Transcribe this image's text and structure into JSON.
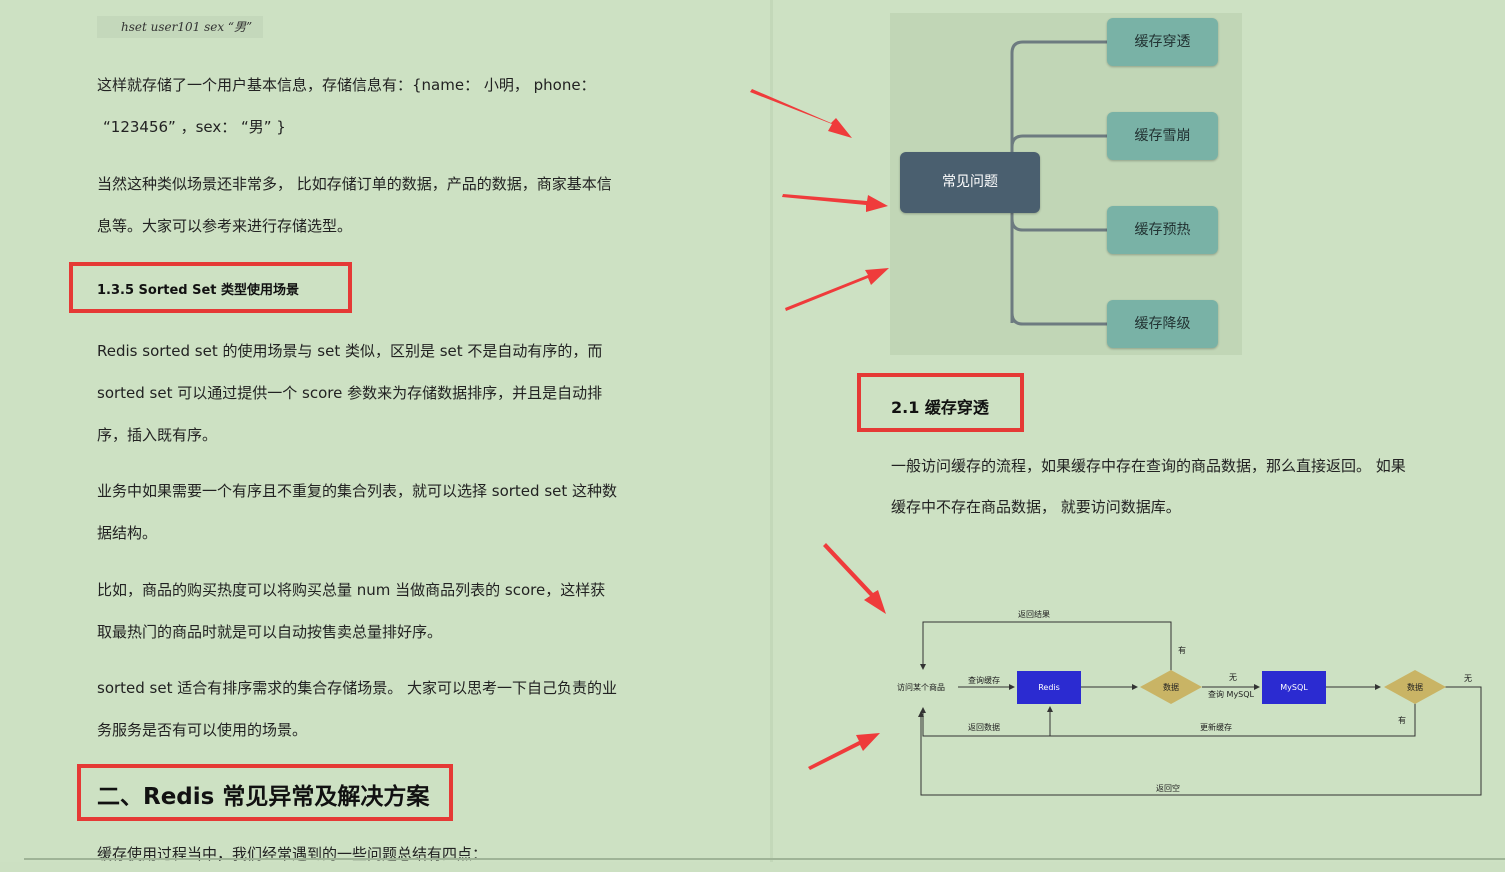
{
  "left": {
    "code": "hset user101   sex “男”",
    "para1": [
      "这样就存储了一个用户基本信息，存储信息有：{name： 小明，   phone：",
      "“123456” ，sex： “男” }"
    ],
    "para2": [
      "当然这种类似场景还非常多，  比如存储订单的数据，产品的数据，商家基本信",
      "息等。大家可以参考来进行存储选型。"
    ],
    "heading_135": "1.3.5 Sorted Set  类型使用场景",
    "para3": [
      "Redis sorted set  的使用场景与   set  类似，区别是   set  不是自动有序的，而",
      "sorted set  可以通过提供一个   score  参数来为存储数据排序，并且是自动排",
      "序，插入既有序。"
    ],
    "para4": [
      "业务中如果需要一个有序且不重复的集合列表，就可以选择  sorted set  这种数",
      "据结构。"
    ],
    "para5": [
      "比如，商品的购买热度可以将购买总量  num  当做商品列表的  score，这样获",
      "取最热门的商品时就是可以自动按售卖总量排好序。"
    ],
    "para6": [
      "sorted set  适合有排序需求的集合存储场景。  大家可以思考一下自己负责的业",
      "务服务是否有可以使用的场景。"
    ],
    "heading_2": "二、Redis  常见异常及解决方案",
    "para7": "缓存使用过程当中，我们经常遇到的一些问题总结有四点："
  },
  "right": {
    "mindmap": {
      "center": "常见问题",
      "leaves": [
        "缓存穿透",
        "缓存雪崩",
        "缓存预热",
        "缓存降级"
      ]
    },
    "heading_21": "2.1  缓存穿透",
    "para": [
      "一般访问缓存的流程，如果缓存中存在查询的商品数据，那么直接返回。  如果",
      "缓存中不存在商品数据，  就要访问数据库。"
    ],
    "flow": {
      "start": "访问某个商品",
      "redis": "Redis",
      "mysql": "MySQL",
      "data1": "数据",
      "data2": "数据",
      "query_cache": "查询缓存",
      "return_result": "返回结果",
      "has1": "有",
      "none1": "无",
      "query_mysql": "查询 MySQL",
      "none2": "无",
      "has2": "有",
      "return_data": "返回数据",
      "update_cache": "更新缓存",
      "return_empty": "返回空",
      "colors": {
        "box": "#2b2bd1",
        "diamond": "#c9b465"
      }
    }
  },
  "colors": {
    "highlight": "#e53935",
    "arrow": "#ef3b3b"
  }
}
